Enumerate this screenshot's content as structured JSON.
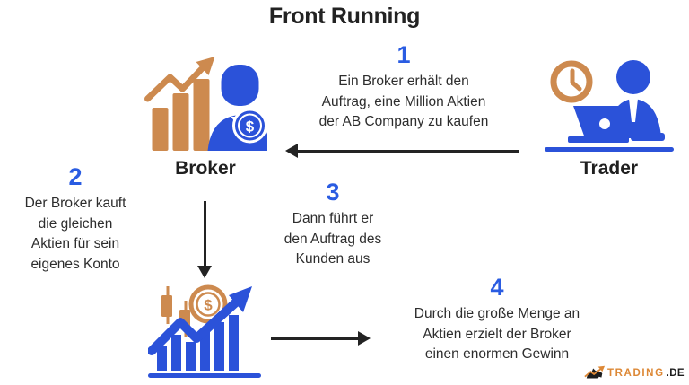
{
  "title": "Front Running",
  "actors": {
    "broker": {
      "label": "Broker"
    },
    "trader": {
      "label": "Trader"
    }
  },
  "steps": [
    {
      "number": "1",
      "lines": [
        "Ein Broker erhält den",
        "Auftrag, eine Million Aktien",
        "der AB Company zu kaufen"
      ]
    },
    {
      "number": "2",
      "lines": [
        "Der Broker kauft",
        "die gleichen",
        "Aktien für sein",
        "eigenes Konto"
      ]
    },
    {
      "number": "3",
      "lines": [
        "Dann führt er",
        "den Auftrag des",
        "Kunden aus"
      ]
    },
    {
      "number": "4",
      "lines": [
        "Durch die große Menge an",
        "Aktien erzielt der Broker",
        "einen enormen Gewinn"
      ]
    }
  ],
  "icons": {
    "dollar": "$"
  },
  "logo": {
    "brand": "TRADING",
    "tld": ".DE"
  },
  "colors": {
    "accent_blue": "#2a5ce2",
    "icon_blue": "#2b52d9",
    "orange": "#cd8a4f",
    "logo_orange": "#dd8836",
    "text_dark": "#2d2d2d",
    "arrow": "#232323"
  }
}
